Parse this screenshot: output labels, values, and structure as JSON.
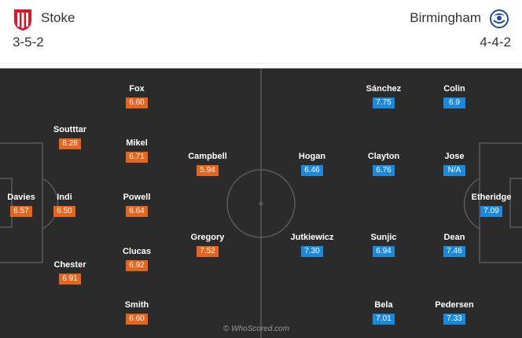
{
  "home": {
    "name": "Stoke",
    "formation": "3-5-2",
    "players": [
      {
        "name": "Davies",
        "rating": "6.57"
      },
      {
        "name": "Indi",
        "rating": "6.50"
      },
      {
        "name": "Soutttar",
        "rating": "8.28"
      },
      {
        "name": "Chester",
        "rating": "6.91"
      },
      {
        "name": "Fox",
        "rating": "6.60"
      },
      {
        "name": "Mikel",
        "rating": "6.71"
      },
      {
        "name": "Powell",
        "rating": "6.64"
      },
      {
        "name": "Clucas",
        "rating": "6.92"
      },
      {
        "name": "Smith",
        "rating": "6.60"
      },
      {
        "name": "Campbell",
        "rating": "5.94"
      },
      {
        "name": "Gregory",
        "rating": "7.52"
      }
    ]
  },
  "away": {
    "name": "Birmingham",
    "formation": "4-4-2",
    "players": [
      {
        "name": "Hogan",
        "rating": "6.46"
      },
      {
        "name": "Jutkiewicz",
        "rating": "7.30"
      },
      {
        "name": "Sánchez",
        "rating": "7.75"
      },
      {
        "name": "Clayton",
        "rating": "6.76"
      },
      {
        "name": "Sunjic",
        "rating": "6.94"
      },
      {
        "name": "Bela",
        "rating": "7.01"
      },
      {
        "name": "Colin",
        "rating": "6.9"
      },
      {
        "name": "Jose",
        "rating": "N/A"
      },
      {
        "name": "Dean",
        "rating": "7.46"
      },
      {
        "name": "Pedersen",
        "rating": "7.33"
      },
      {
        "name": "Etheridge",
        "rating": "7.09"
      }
    ]
  },
  "colors": {
    "home_rating": "#e8641b",
    "away_rating": "#1a8ae0",
    "pitch": "#2b2b2b"
  },
  "credit": "© WhoScored.com"
}
